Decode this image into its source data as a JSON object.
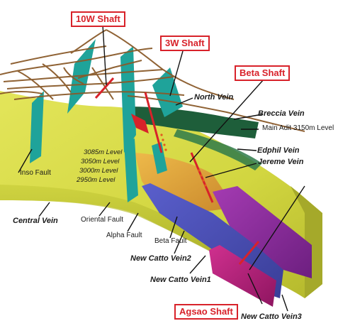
{
  "shafts": {
    "w10": "10W Shaft",
    "w3": "3W Shaft",
    "beta": "Beta Shaft",
    "agsao": "Agsao Shaft"
  },
  "veins": {
    "north": "North Vein",
    "breccia": "Breccia Vein",
    "edphil": "Edphil Vein",
    "jereme": "Jereme Vein",
    "central": "Central Vein",
    "new_catto_2": "New Catto Vein2",
    "new_catto_1": "New Catto Vein1",
    "new_catto_3": "New Catto Vein3"
  },
  "faults": {
    "inso": "Inso Fault",
    "oriental": "Oriental Fault",
    "alpha": "Alpha Fault",
    "beta": "Beta Fault"
  },
  "levels": {
    "l3085": "3085m Level",
    "l3050": "3050m Level",
    "l3000": "3000m Level",
    "l2950": "2950m Level"
  },
  "adit": {
    "main": "Main Adit 3150m Level"
  },
  "colors": {
    "ground_yellow": "#d8dc4a",
    "ground_shadow": "#a9ad2c",
    "vein_teal": "#1fa39a",
    "vein_dark_green": "#1e5e3a",
    "catto2_blue": "#4b50b8",
    "catto1_magenta": "#b8207e",
    "catto3_purple": "#8a2a9c",
    "orange_zone": "#e5a13a",
    "tunnels_brown": "#8a5a2a",
    "shaft_red": "#d8222a",
    "label_box_border": "#d8222a"
  }
}
